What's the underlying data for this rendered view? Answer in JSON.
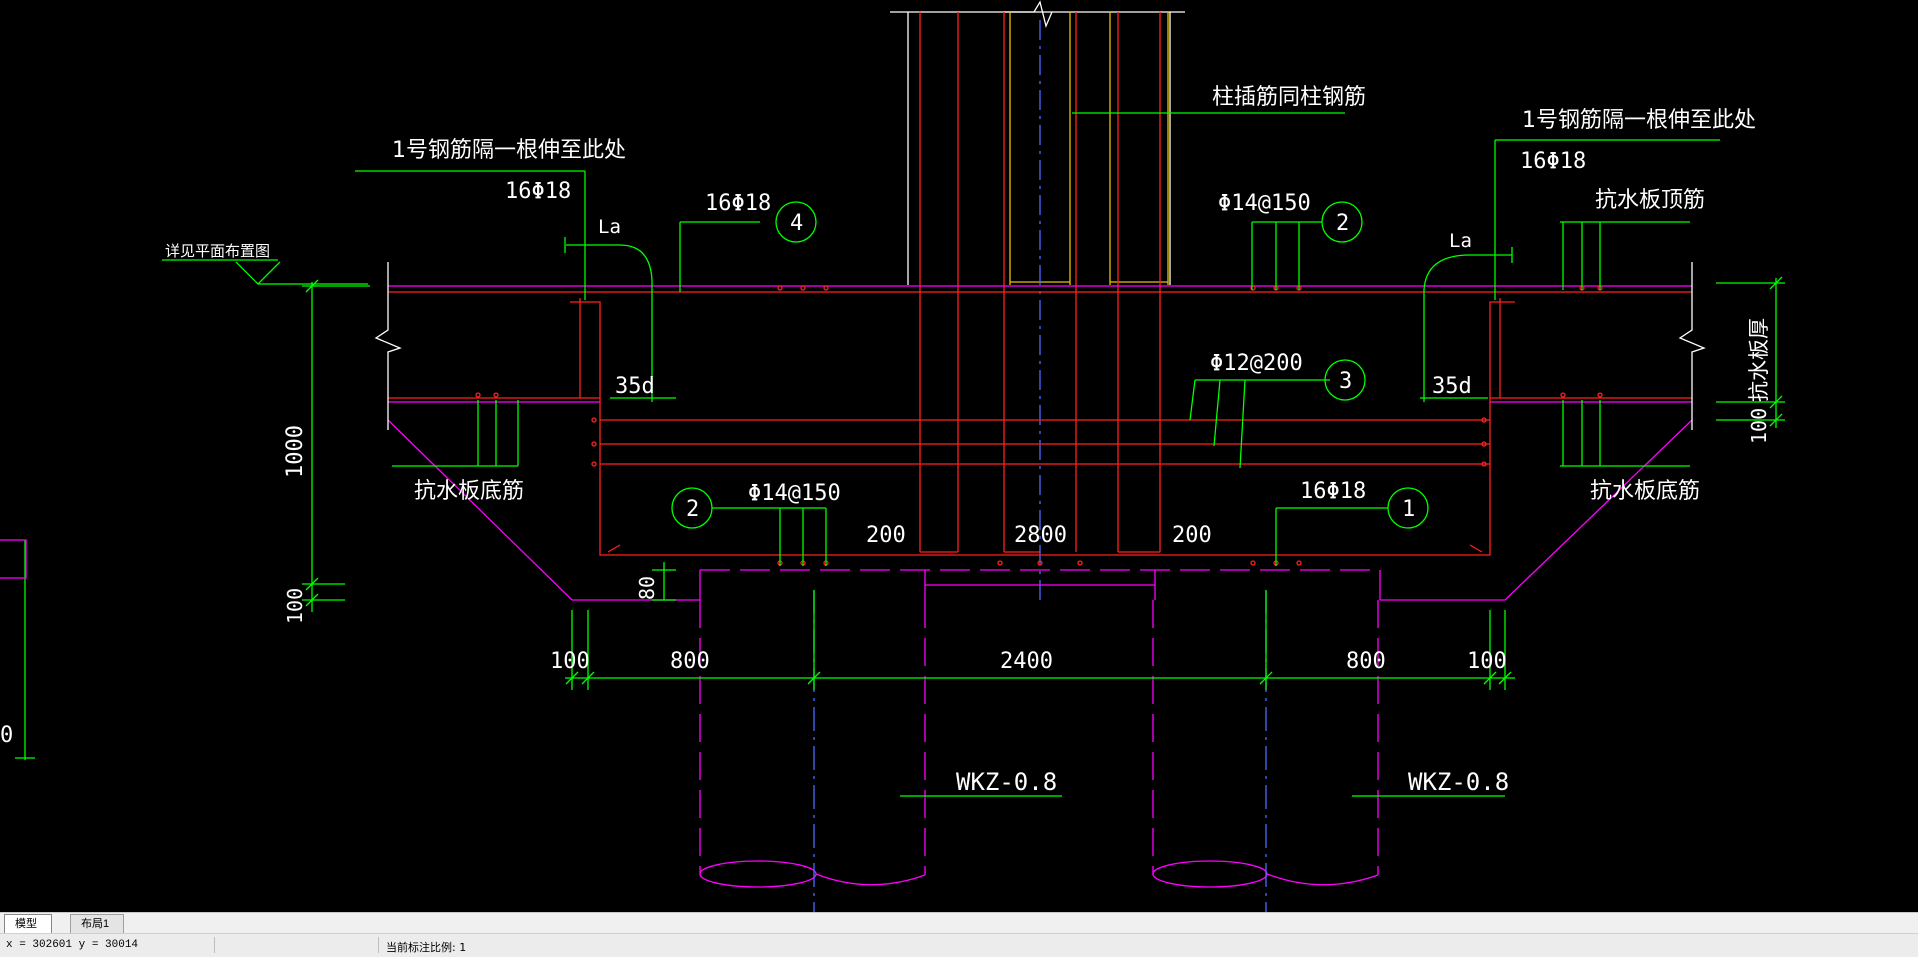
{
  "drawing": {
    "labels": {
      "bar1_left": "1号钢筋隔一根伸至此处",
      "bar1_right": "1号钢筋隔一根伸至此处",
      "col_rebar": "柱插筋同柱钢筋",
      "see_plan": "详见平面布置图",
      "top_rebar": "抗水板顶筋",
      "bottom_rebar_left": "抗水板底筋",
      "bottom_rebar_right": "抗水板底筋",
      "slab_thickness": "抗水板厚",
      "bar_16_18_a": "16Φ18",
      "bar_16_18_b": "16Φ18",
      "bar_16_18_c": "16Φ18",
      "bar_16_18_d": "16Φ18",
      "phi14_150_top": "Φ14@150",
      "phi14_150_bottom": "Φ14@150",
      "phi12_200": "Φ12@200",
      "la_left": "La",
      "la_right": "La",
      "d35_left": "35d",
      "d35_right": "35d",
      "pile_left": "WKZ-0.8",
      "pile_right": "WKZ-0.8"
    },
    "callouts": {
      "c1": "1",
      "c2a": "2",
      "c2b": "2",
      "c3": "3",
      "c4": "4"
    },
    "dimensions": {
      "d1000": "1000",
      "d100_left": "100",
      "d100_right": "100",
      "d80": "80",
      "d200_a": "200",
      "d200_b": "2800",
      "d200_c": "200",
      "b100_left": "100",
      "b800_left": "800",
      "b2400": "2400",
      "b800_right": "800",
      "b100_right": "100",
      "edge_0": "0"
    },
    "colors": {
      "background": "#000000",
      "rebar": "#ff2020",
      "concrete": "#ff00ff",
      "dim": "#00ff00",
      "column": "#ffff00",
      "text": "#ffffff",
      "axis": "#4a6cff"
    }
  },
  "tabs": [
    {
      "label": "模型",
      "active": true
    },
    {
      "label": "布局1",
      "active": false
    }
  ],
  "status": {
    "coords": "x = 302601  y = 30014",
    "scale": "当前标注比例: 1"
  }
}
